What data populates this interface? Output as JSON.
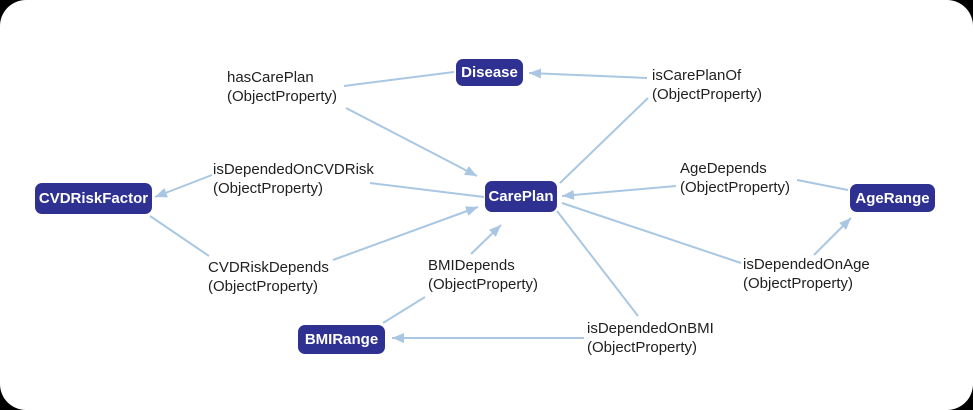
{
  "colors": {
    "node_fill": "#2e3192",
    "node_text": "#ffffff",
    "edge_color": "#a9c7e3",
    "label_text": "#1f1f1f",
    "canvas_bg": "#ffffff",
    "outer_bg": "#000000"
  },
  "diagram": {
    "type": "ontology-graph",
    "nodes": [
      {
        "label": "Disease"
      },
      {
        "label": "CarePlan"
      },
      {
        "label": "CVDRiskFactor"
      },
      {
        "label": "AgeRange"
      },
      {
        "label": "BMIRange"
      }
    ],
    "properties": [
      {
        "name": "hasCarePlan",
        "type": "(ObjectProperty)"
      },
      {
        "name": "isCarePlanOf",
        "type": "(ObjectProperty)"
      },
      {
        "name": "isDependedOnCVDRisk",
        "type": "(ObjectProperty)"
      },
      {
        "name": "CVDRiskDepends",
        "type": "(ObjectProperty)"
      },
      {
        "name": "BMIDepends",
        "type": "(ObjectProperty)"
      },
      {
        "name": "isDependedOnBMI",
        "type": "(ObjectProperty)"
      },
      {
        "name": "AgeDepends",
        "type": "(ObjectProperty)"
      },
      {
        "name": "isDependedOnAge",
        "type": "(ObjectProperty)"
      }
    ],
    "edges": [
      {
        "from": "Disease",
        "to": "CarePlan",
        "property": "hasCarePlan"
      },
      {
        "from": "CarePlan",
        "to": "Disease",
        "property": "isCarePlanOf"
      },
      {
        "from": "CarePlan",
        "to": "CVDRiskFactor",
        "property": "isDependedOnCVDRisk"
      },
      {
        "from": "CVDRiskFactor",
        "to": "CarePlan",
        "property": "CVDRiskDepends"
      },
      {
        "from": "BMIRange",
        "to": "CarePlan",
        "property": "BMIDepends"
      },
      {
        "from": "CarePlan",
        "to": "BMIRange",
        "property": "isDependedOnBMI"
      },
      {
        "from": "AgeRange",
        "to": "CarePlan",
        "property": "AgeDepends"
      },
      {
        "from": "CarePlan",
        "to": "AgeRange",
        "property": "isDependedOnAge"
      }
    ]
  }
}
